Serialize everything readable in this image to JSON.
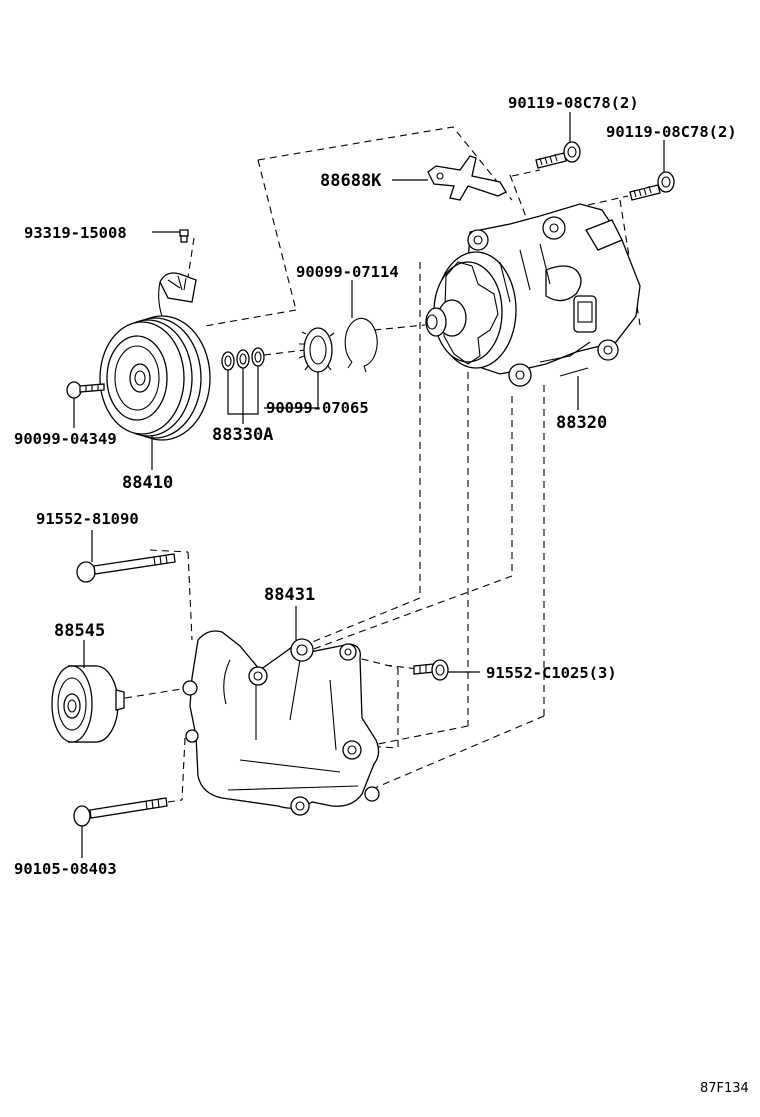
{
  "labels": {
    "bolt_90119_a": "90119-08C78(2)",
    "bolt_90119_b": "90119-08C78(2)",
    "bracket_88688K": "88688K",
    "screw_93319": "93319-15008",
    "ring_90099_07114": "90099-07114",
    "bolt_90099_04349": "90099-04349",
    "shim_88330A": "88330A",
    "ring_90099_07065": "90099-07065",
    "compressor_88320": "88320",
    "clutch_88410": "88410",
    "bolt_91552_81090": "91552-81090",
    "bracket_88431": "88431",
    "idler_88545": "88545",
    "bolt_91552_C1025": "91552-C1025(3)",
    "bolt_90105_08403": "90105-08403"
  },
  "diagram_code": "87F134"
}
